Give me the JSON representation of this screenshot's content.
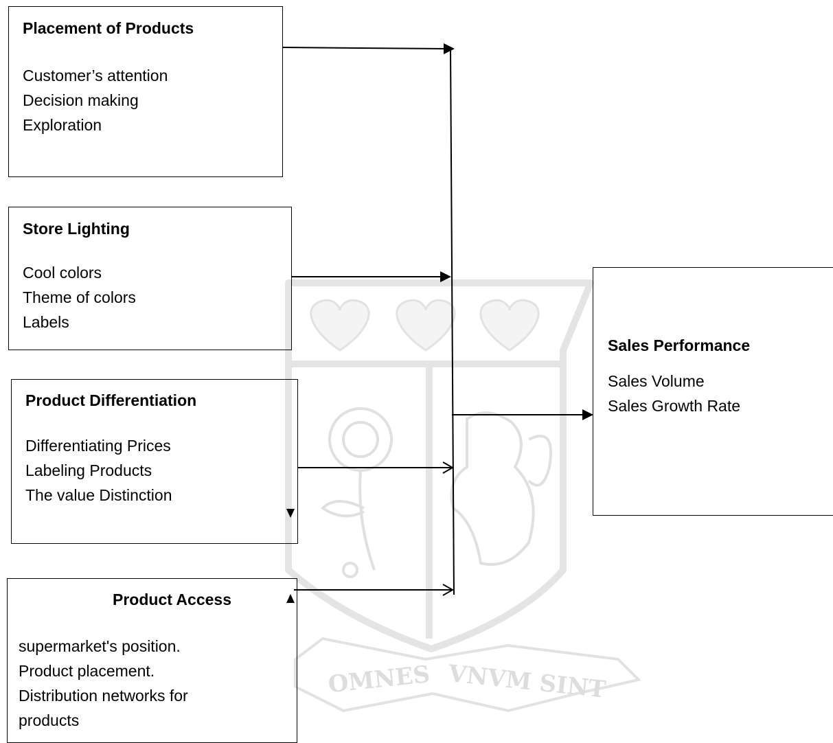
{
  "boxes": {
    "placement": {
      "title": "Placement of Products",
      "items": [
        "Customer’s attention",
        "Decision making",
        "Exploration"
      ]
    },
    "lighting": {
      "title": "Store Lighting",
      "items": [
        "Cool colors",
        "Theme of colors",
        "Labels"
      ]
    },
    "differentiation": {
      "title": "Product Differentiation",
      "items": [
        "Differentiating Prices",
        "Labeling Products",
        "The value Distinction"
      ]
    },
    "access": {
      "title": "Product Access",
      "items": [
        "supermarket's position.",
        "Product placement.",
        "Distribution networks for",
        "products"
      ]
    },
    "sales": {
      "title": "Sales Performance",
      "items": [
        "Sales Volume",
        "Sales Growth Rate"
      ]
    }
  },
  "watermark": {
    "motto_left": "OMNES",
    "motto_right": "VNVM SINT"
  },
  "colors": {
    "line": "#000000",
    "watermark": "#e6e6e6"
  }
}
